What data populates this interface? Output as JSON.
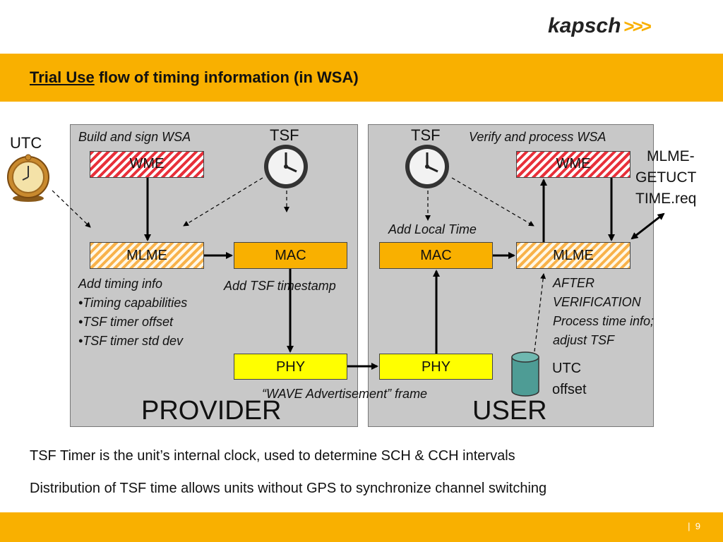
{
  "logo": {
    "word": "kapsch",
    "chevrons": ">>>"
  },
  "title": {
    "underlined": "Trial Use",
    "rest": " flow of timing information (in WSA)"
  },
  "utc_label": "UTC",
  "provider": {
    "heading": "Build and sign WSA",
    "tsf_label": "TSF",
    "wme": "WME",
    "mlme": "MLME",
    "mac": "MAC",
    "phy": "PHY",
    "notes": [
      "Add timing info",
      "•Timing capabilities",
      "•TSF timer offset",
      "•TSF timer std dev"
    ],
    "tsf_note": "Add TSF timestamp",
    "label": "PROVIDER"
  },
  "user": {
    "heading": "Verify and process WSA",
    "tsf_label": "TSF",
    "wme": "WME",
    "mlme": "MLME",
    "mac": "MAC",
    "phy": "PHY",
    "local_time_note": "Add Local Time",
    "verify_notes": [
      "AFTER",
      "VERIFICATION",
      "Process time info;",
      "adjust TSF"
    ],
    "utc_offset": [
      "UTC",
      "offset"
    ],
    "label": "USER"
  },
  "mlme_request": [
    "MLME-",
    "GETUCT",
    "TIME.req"
  ],
  "frame_label": "“WAVE Advertisement” frame",
  "statements": [
    "TSF Timer is the unit’s internal clock, used to determine SCH & CCH intervals",
    "Distribution of TSF time allows units without GPS to synchronize channel switching"
  ],
  "page": {
    "separator": "|",
    "number": "9"
  },
  "colors": {
    "accent": "#f9b000",
    "panel": "#c8c8c8",
    "phy": "#ffff00",
    "wme_hatch": "#e8303a",
    "cylinder": "#4e9c95"
  },
  "icons": [
    "antique-clock-icon",
    "wall-clock-icon",
    "database-cylinder-icon"
  ]
}
